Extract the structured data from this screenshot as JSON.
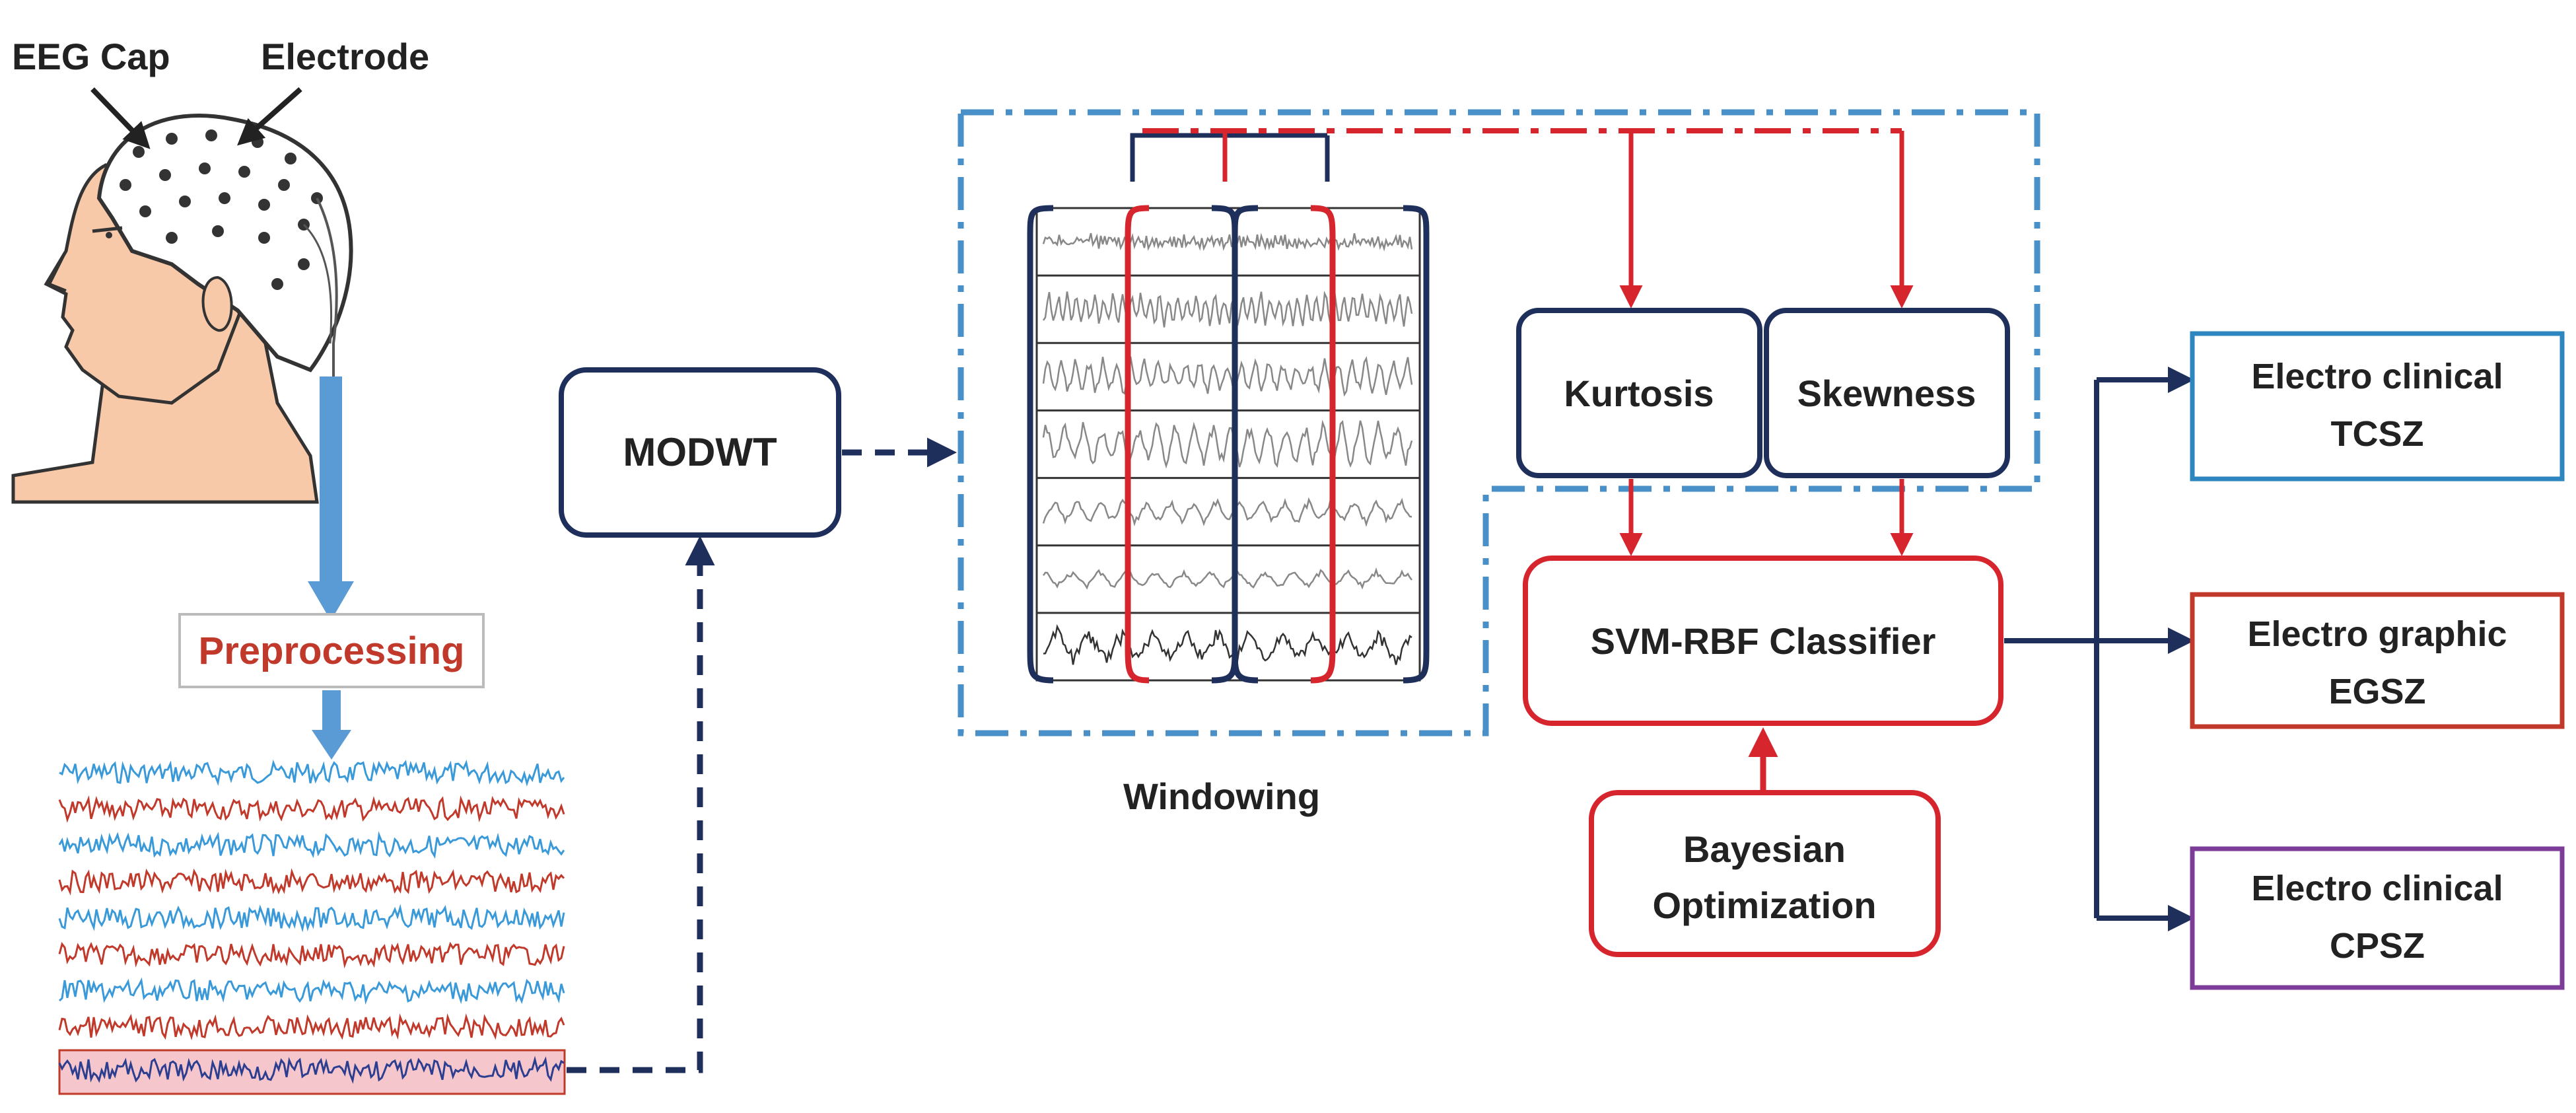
{
  "colors": {
    "navy": "#1f2f5c",
    "red": "#d6252d",
    "blue_arrow": "#5b9bd5",
    "dashdot_blue": "#4a90c8",
    "tcsz_border": "#2e86c1",
    "egsz_border": "#c0392b",
    "cpsz_border": "#7d3c98",
    "skin": "#f7c9a8",
    "eeg_blue": "#3a9ad9",
    "eeg_red": "#c0392b",
    "highlight": "#f5c6cb"
  },
  "labels": {
    "eeg_cap": "EEG Cap",
    "electrode": "Electrode",
    "preprocessing": "Preprocessing",
    "modwt": "MODWT",
    "windowing": "Windowing",
    "kurtosis": "Kurtosis",
    "skewness": "Skewness",
    "svm": "SVM-RBF Classifier",
    "bayes_line1": "Bayesian",
    "bayes_line2": "Optimization"
  },
  "outputs": [
    {
      "line1": "Electro clinical",
      "line2": "TCSZ"
    },
    {
      "line1": "Electro graphic",
      "line2": "EGSZ"
    },
    {
      "line1": "Electro clinical",
      "line2": "CPSZ"
    }
  ],
  "icons": [
    "head-with-eeg-cap-icon"
  ]
}
